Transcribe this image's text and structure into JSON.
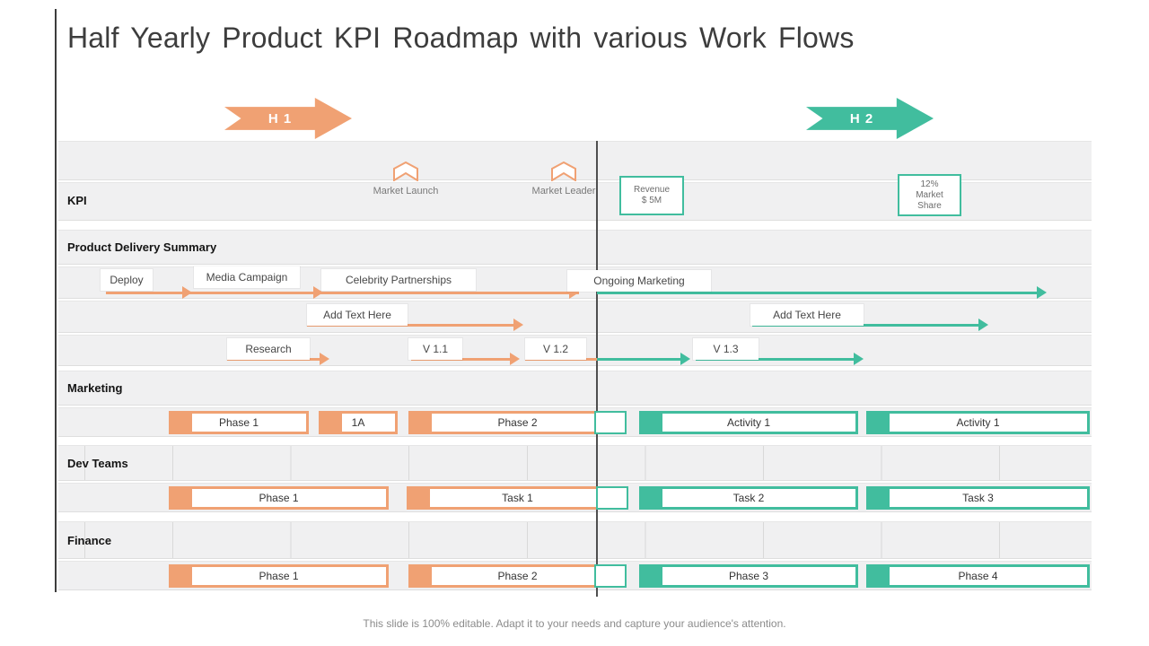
{
  "title": "Half Yearly Product KPI Roadmap with various Work Flows",
  "footer": "This slide is 100% editable. Adapt it to your needs and capture your audience's attention.",
  "colors": {
    "h1_accent": "#F0A173",
    "h2_accent": "#41BD9E",
    "divider": "#4F4F4F",
    "row_bg": "#F0F0F1"
  },
  "halves": {
    "h1": "H 1",
    "h2": "H 2"
  },
  "sections": {
    "kpi": "KPI",
    "product_delivery": "Product Delivery Summary",
    "marketing": "Marketing",
    "dev_teams": "Dev Teams",
    "finance": "Finance"
  },
  "kpi_markers": [
    {
      "type": "icon",
      "label": "Market Launch"
    },
    {
      "type": "icon",
      "label": "Market Leader"
    },
    {
      "type": "box",
      "lines": [
        "Revenue",
        "$ 5M"
      ]
    },
    {
      "type": "box",
      "lines": [
        "12%",
        "Market",
        "Share"
      ]
    }
  ],
  "delivery_flows": {
    "flow1": [
      "Deploy",
      "Media Campaign",
      "Celebrity Partnerships",
      "Ongoing Marketing"
    ],
    "flow2": [
      "Add Text Here",
      "Add Text Here"
    ],
    "flow3": [
      "Research",
      "V 1.1",
      "V 1.2",
      "V 1.3"
    ]
  },
  "marketing_bars": [
    "Phase 1",
    "1A",
    "Phase 2",
    "Activity 1",
    "Activity 1"
  ],
  "dev_bars": [
    "Phase 1",
    "Task 1",
    "Task 2",
    "Task 3"
  ],
  "finance_bars": [
    "Phase 1",
    "Phase 2",
    "Phase 3",
    "Phase 4"
  ]
}
